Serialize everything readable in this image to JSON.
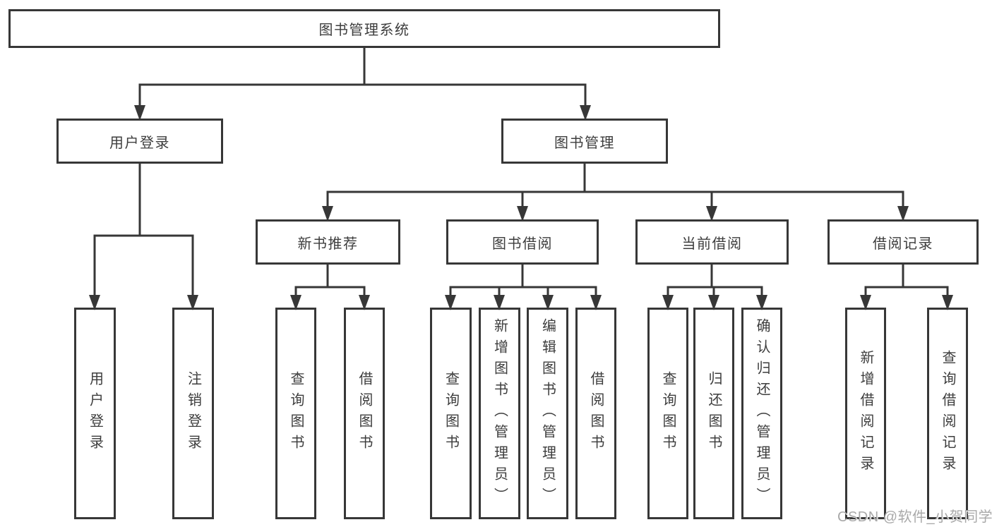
{
  "diagram": {
    "title": "图书管理系统",
    "branches": [
      {
        "label": "用户登录",
        "children": [
          {
            "label": "用户登录"
          },
          {
            "label": "注销登录"
          }
        ]
      },
      {
        "label": "图书管理",
        "children": [
          {
            "label": "新书推荐",
            "children": [
              {
                "label": "查询图书"
              },
              {
                "label": "借阅图书"
              }
            ]
          },
          {
            "label": "图书借阅",
            "children": [
              {
                "label": "查询图书"
              },
              {
                "label": "新增图书（管理员）"
              },
              {
                "label": "编辑图书（管理员）"
              },
              {
                "label": "借阅图书"
              }
            ]
          },
          {
            "label": "当前借阅",
            "children": [
              {
                "label": "查询图书"
              },
              {
                "label": "归还图书"
              },
              {
                "label": "确认归还（管理员）"
              }
            ]
          },
          {
            "label": "借阅记录",
            "children": [
              {
                "label": "新增借阅记录"
              },
              {
                "label": "查询借阅记录"
              }
            ]
          }
        ]
      }
    ]
  },
  "watermark": "CSDN @软件_小贺同学",
  "colors": {
    "line": "#373737",
    "box_border": "#373737",
    "text": "#3d3d3d",
    "watermark_text": "#a9a9a9",
    "background": "#ffffff"
  }
}
